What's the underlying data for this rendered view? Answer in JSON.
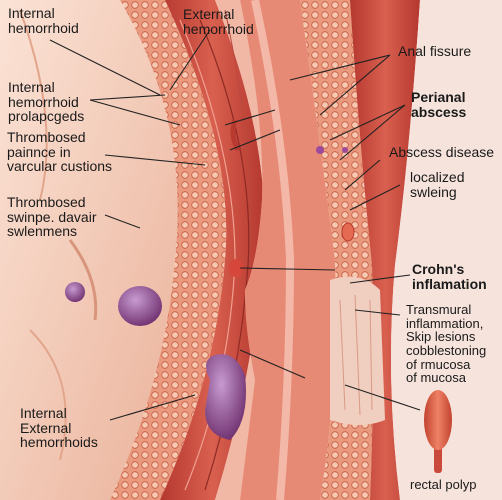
{
  "labels": {
    "internal_hemorrhoid": "Internal\nhemorrhoid",
    "external_hemorrhoid": "External\nhemorrhoid",
    "anal_fissure": "Anal fissure",
    "internal_prolapsed": "Internal\nhemorrhoid\nprolapcgeds",
    "perianal_abscess": "Perianal\nabscess",
    "thrombosed_painful": "Thrombosed\npaiпnce in\nvarcular custions",
    "abscess_disease": "Abscess disease",
    "localized_swelling": "localized\nswleing",
    "thrombosed_swelling": "Thrombosed\nswinpe. davair\nswlenmens",
    "crohns": "Crohn's\ninflamation",
    "transmural": "Transmural\ninflammation,\nSkip lesions\ncobblestoning\nof rmucosa\nof mucosa",
    "internal_external": "Internal\nExternal\nhemorrhoids",
    "rectal_polyp": "rectal polyp"
  },
  "colors": {
    "skin": "#f3c9b3",
    "muscle": "#c8443a",
    "lumen": "#f2b8a6",
    "thrombus": "#8c4b8c",
    "polyp": "#d9563e"
  }
}
